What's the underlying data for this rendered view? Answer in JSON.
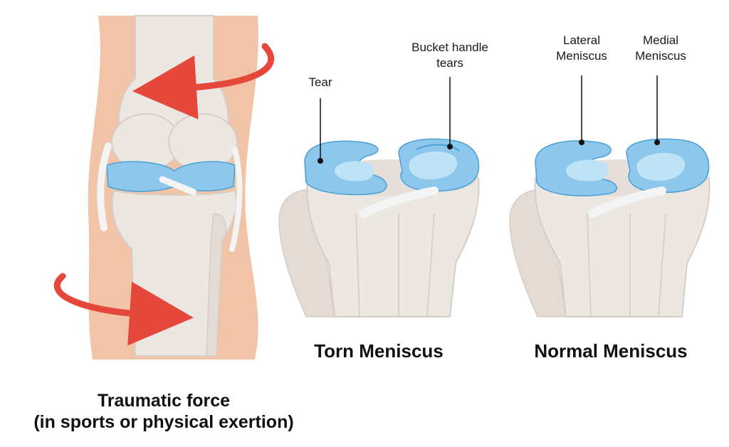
{
  "left_panel": {
    "caption_line1": "Traumatic force",
    "caption_line2": "(in sports or physical exertion)"
  },
  "torn_panel": {
    "title": "Torn Meniscus",
    "label_tear": "Tear",
    "label_bucket_line1": "Bucket handle",
    "label_bucket_line2": "tears"
  },
  "normal_panel": {
    "title": "Normal Meniscus",
    "label_lateral_line1": "Lateral",
    "label_lateral_line2": "Meniscus",
    "label_medial_line1": "Medial",
    "label_medial_line2": "Meniscus"
  },
  "colors": {
    "skin": "#f1c4a8",
    "bone": "#ede7e2",
    "bone_shadow": "#d6cdc6",
    "meniscus": "#8dc8ec",
    "meniscus_dark": "#4a9fd6",
    "arrow": "#e5483b",
    "ligament": "#f4f4f4"
  }
}
